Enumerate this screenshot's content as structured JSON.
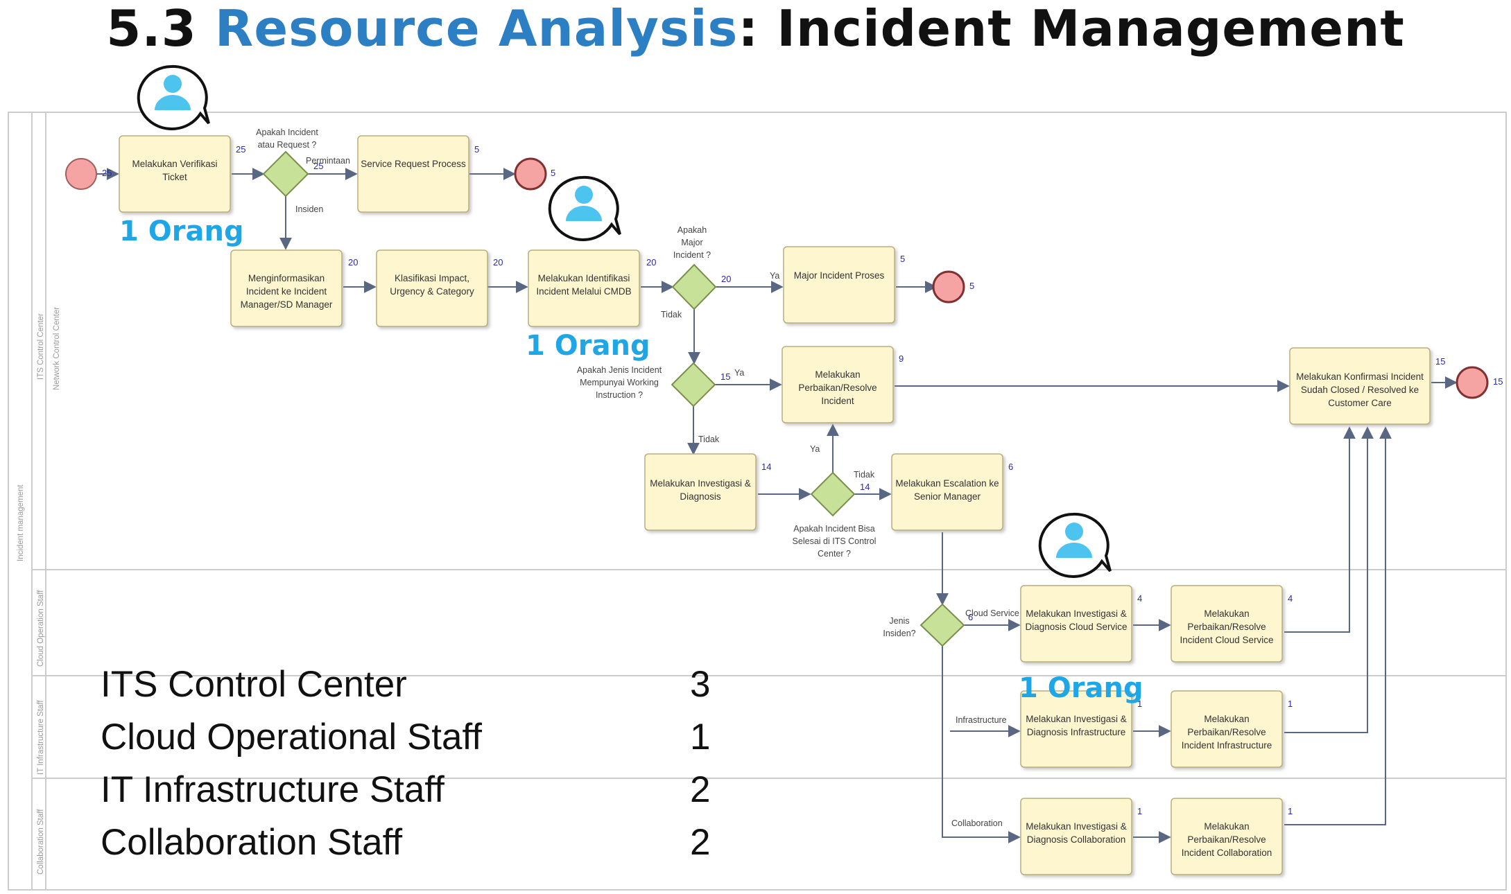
{
  "title": {
    "prefix": "5.3 ",
    "accent": "Resource Analysis",
    "suffix": ": Incident Management",
    "accent_color": "#2d7fc4"
  },
  "pools": {
    "main": "Incident management"
  },
  "lanes": {
    "control_1": "ITS Control Center",
    "control_2": "Network Control Center",
    "cloud": "Cloud Operation Staff",
    "infra": "IT Infrastructure Staff",
    "collab": "Collaboration Staff"
  },
  "tasks": {
    "verif": [
      "Melakukan Verifikasi",
      "Ticket"
    ],
    "service": [
      "Service Request Process"
    ],
    "inform": [
      "Menginformasikan",
      "Incident ke Incident",
      "Manager/SD Manager"
    ],
    "klas": [
      "Klasifikasi Impact,",
      "Urgency & Category"
    ],
    "ident": [
      "Melakukan Identifikasi",
      "Incident Melalui CMDB"
    ],
    "major": [
      "Major Incident Proses"
    ],
    "perbaikan": [
      "Melakukan",
      "Perbaikan/Resolve",
      "Incident"
    ],
    "konfirmasi": [
      "Melakukan Konfirmasi Incident",
      "Sudah Closed / Resolved ke",
      "Customer Care"
    ],
    "investigasi": [
      "Melakukan Investigasi &",
      "Diagnosis"
    ],
    "escalation": [
      "Melakukan Escalation ke",
      "Senior Manager"
    ],
    "inv_cloud": [
      "Melakukan Investigasi &",
      "Diagnosis Cloud Service"
    ],
    "res_cloud": [
      "Melakukan",
      "Perbaikan/Resolve",
      "Incident Cloud Service"
    ],
    "inv_infra": [
      "Melakukan Investigasi &",
      "Diagnosis Infrastructure"
    ],
    "res_infra": [
      "Melakukan",
      "Perbaikan/Resolve",
      "Incident Infrastructure"
    ],
    "inv_collab": [
      "Melakukan Investigasi &",
      "Diagnosis Collaboration"
    ],
    "res_collab": [
      "Melakukan",
      "Perbaikan/Resolve",
      "Incident Collaboration"
    ]
  },
  "gateways": {
    "g1": [
      "Apakah Incident",
      "atau Request ?"
    ],
    "g2": [
      "Apakah",
      "Major",
      "Incident ?"
    ],
    "g3": [
      "Apakah Jenis Incident",
      "Mempunyai Working",
      "Instruction ?"
    ],
    "g4": [
      "Apakah Incident Bisa",
      "Selesai di ITS Control",
      "Center ?"
    ],
    "g5": [
      "Jenis",
      "Insiden?"
    ]
  },
  "flow_labels": {
    "permintaan": "Permintaan",
    "insiden": "Insiden",
    "ya": "Ya",
    "tidak": "Tidak",
    "cloud": "Cloud Service",
    "infra": "Infrastructure",
    "collab": "Collaboration"
  },
  "counts": {
    "start": "25",
    "verif": "25",
    "g1_out": "25",
    "service": "5",
    "end1": "5",
    "inform": "20",
    "klas": "20",
    "ident": "20",
    "g2_out": "20",
    "major": "5",
    "end2": "5",
    "g3_out": "15",
    "perbaikan": "9",
    "konfirmasi": "15",
    "end3": "15",
    "investigasi": "14",
    "g4_out": "14",
    "escalation": "6",
    "g5_out": "6",
    "inv_cloud": "4",
    "res_cloud": "4",
    "inv_infra": "1",
    "res_infra": "1",
    "inv_collab": "1",
    "res_collab": "1"
  },
  "resource_tags": {
    "verif": "1 Orang",
    "ident": "1 Orang",
    "cloud": "1 Orang"
  },
  "summary": [
    {
      "name": "ITS Control Center",
      "count": "3"
    },
    {
      "name": "Cloud Operational Staff",
      "count": "1"
    },
    {
      "name": "IT Infrastructure Staff",
      "count": "2"
    },
    {
      "name": "Collaboration Staff",
      "count": "2"
    }
  ],
  "colors": {
    "task_fill": "#fdf6cf",
    "gateway_fill": "#c7e199",
    "event_fill": "#f5a3a3",
    "flow": "#5a6782",
    "tag": "#1fa6e6",
    "avatar": "#4dc3f0"
  }
}
